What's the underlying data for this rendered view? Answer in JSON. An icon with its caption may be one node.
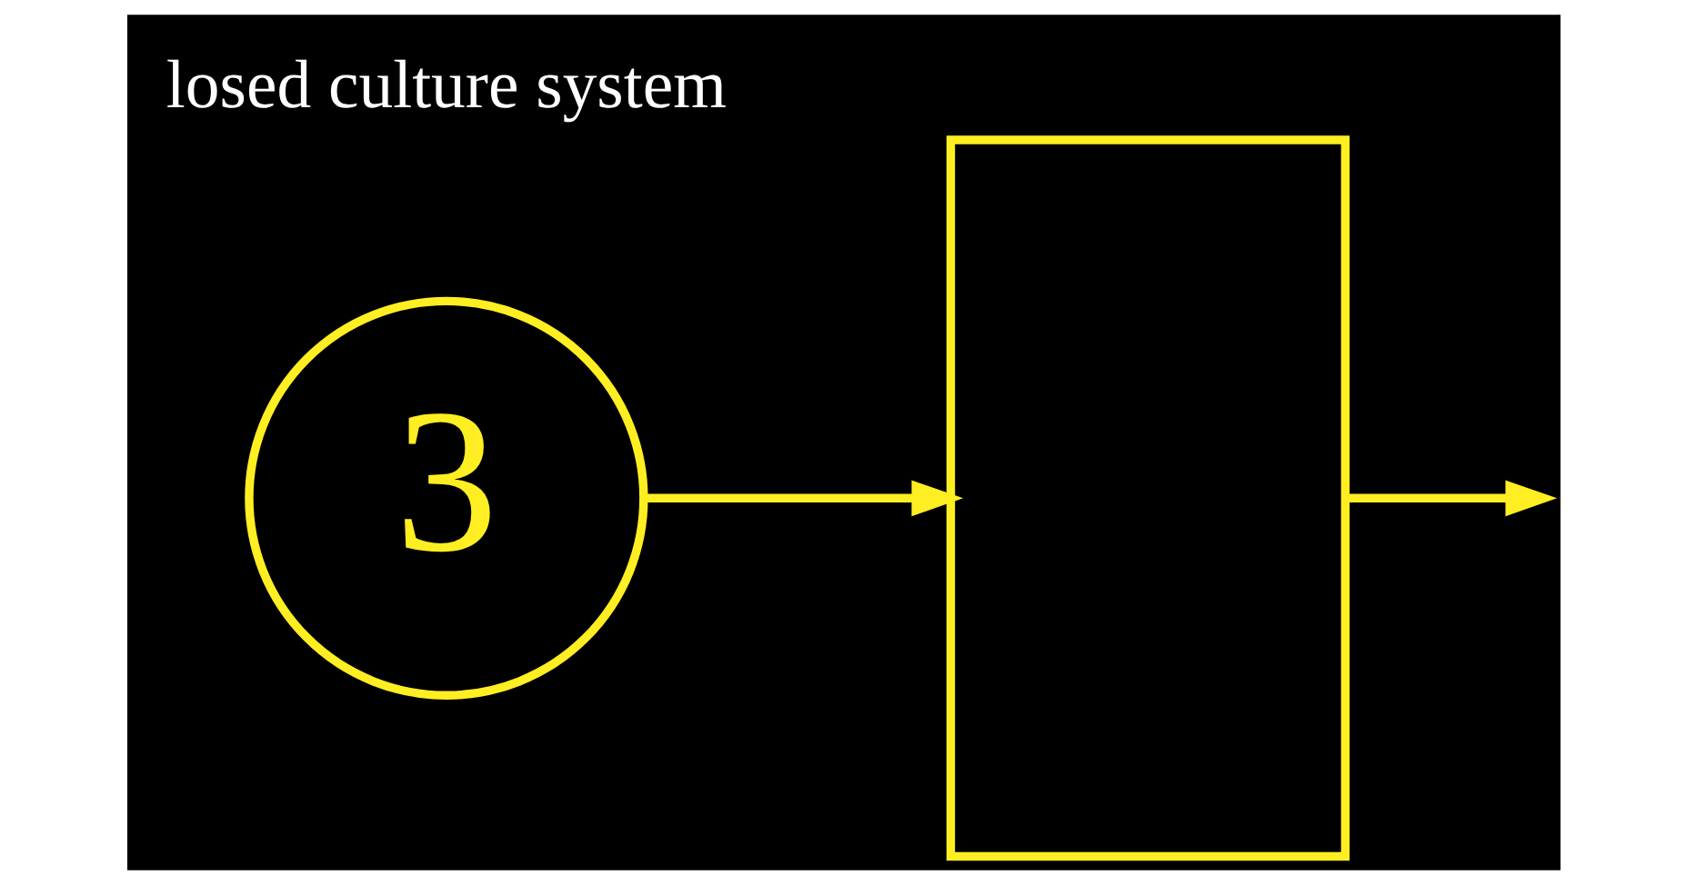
{
  "diagram": {
    "nodes": [
      {
        "text": [
          "3"
        ]
      },
      {
        "text": [],
        "shape": "box"
      }
    ],
    "edges": [
      {
        "from": 0,
        "to": 1,
        "arrow": "to"
      },
      {
        "from": 1,
        "to": null,
        "arrow": "to"
      }
    ],
    "labels": [
      "losed culture system"
    ]
  }
}
